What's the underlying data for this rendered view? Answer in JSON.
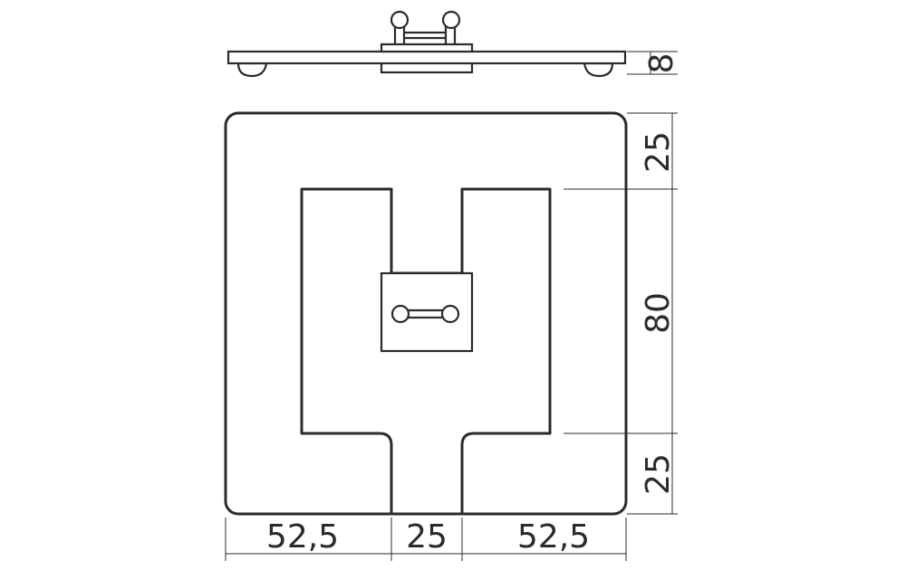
{
  "drawing": {
    "dimensions": {
      "height": "8",
      "top_margin": "25",
      "slot_length": "80",
      "bottom_margin": "25",
      "left_width": "52,5",
      "gap_width": "25",
      "right_width": "52,5"
    },
    "colors": {
      "line": "#2b2b2b",
      "background": "#ffffff"
    }
  }
}
